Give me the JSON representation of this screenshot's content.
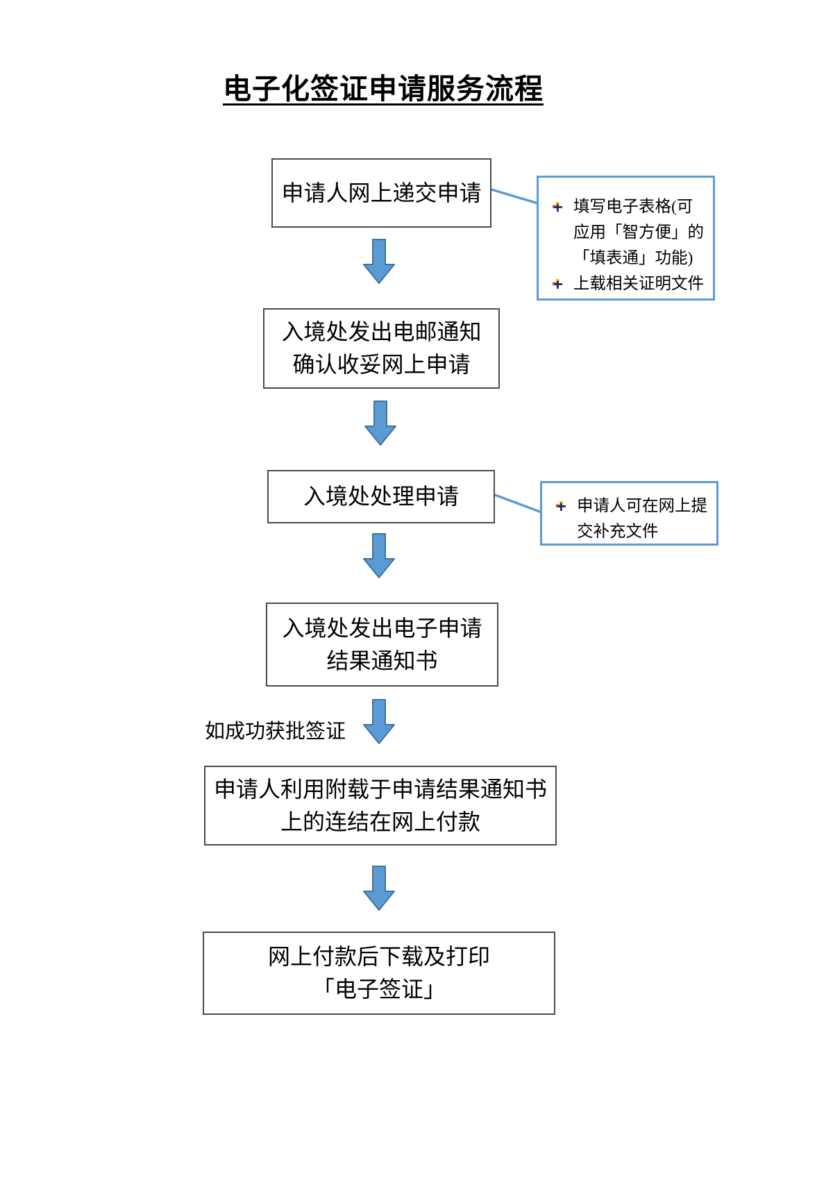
{
  "page": {
    "title": "电子化签证申请服务流程"
  },
  "colors": {
    "arrow_fill": "#5B9BD5",
    "arrow_border": "#41719C",
    "connector": "#5B9BD5",
    "callout_border": "#5B9BD5",
    "box_border": "#4A4A4A",
    "text": "#000000"
  },
  "flow": {
    "steps": [
      {
        "label": "申请人网上递交申请"
      },
      {
        "label": "入境处发出电邮通知\n确认收妥网上申请"
      },
      {
        "label": "入境处处理申请"
      },
      {
        "label": "入境处发出电子申请\n结果通知书"
      },
      {
        "label": "申请人利用附载于申请结果通知书\n上的连结在网上付款"
      },
      {
        "label": "网上付款后下载及打印\n「电子签证」"
      }
    ],
    "branch_label": "如成功获批签证"
  },
  "callouts": [
    {
      "items": [
        "填写电子表格(可应用「智方便」的「填表通」功能)",
        "上载相关证明文件"
      ]
    },
    {
      "items": [
        "申请人可在网上提交补充文件"
      ]
    }
  ]
}
